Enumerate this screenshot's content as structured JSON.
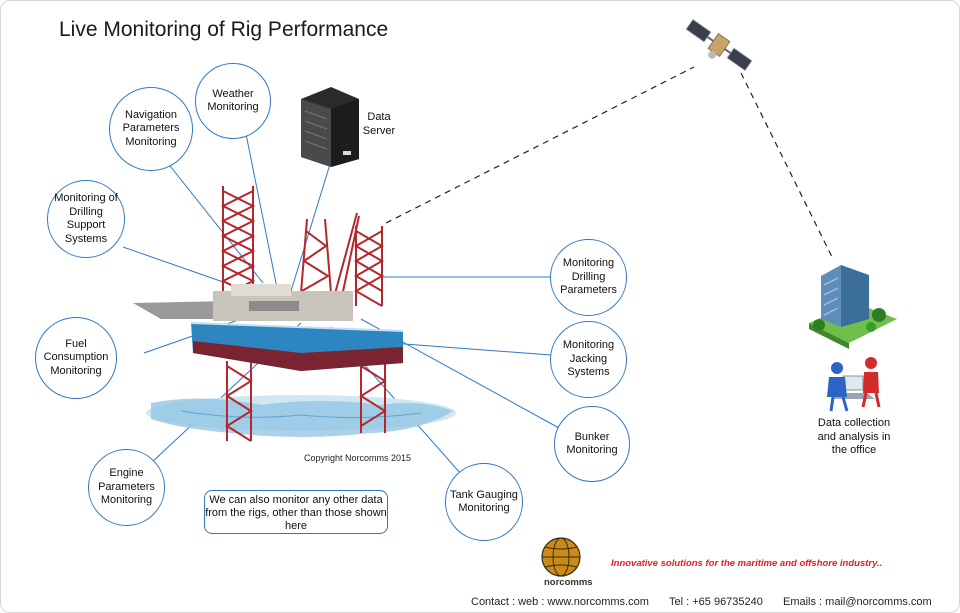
{
  "title": "Live Monitoring of Rig Performance",
  "bubbles": {
    "weather": "Weather Monitoring",
    "navigation": "Navigation Parameters Monitoring",
    "drilling_support": "Monitoring of Drilling Support Systems",
    "fuel": "Fuel Consumption Monitoring",
    "engine": "Engine Parameters Monitoring",
    "tank": "Tank Gauging Monitoring",
    "bunker": "Bunker Monitoring",
    "jacking": "Monitoring Jacking Systems",
    "drilling": "Monitoring Drilling Parameters"
  },
  "data_server": "Data Server",
  "office": "Data collection and analysis in the office",
  "copyright": "Copyright Norcomms 2015",
  "note": "We can also monitor any other data from the rigs, other than those shown here",
  "tagline": "Innovative solutions for the maritime and offshore industry..",
  "brand": "norcomms",
  "contact": {
    "web": "Contact :  web : www.norcomms.com",
    "tel": "Tel : +65 96735240",
    "email": "Emails : mail@norcomms.com"
  },
  "colors": {
    "accent": "#2f78c4",
    "rig_hull": "#2e86c1",
    "tower": "#b5272d",
    "tagline": "#e02020"
  },
  "icons": [
    "satellite-icon",
    "server-icon",
    "office-building-icon",
    "people-at-computer-icon",
    "globe-logo-icon",
    "oil-rig-illustration"
  ]
}
